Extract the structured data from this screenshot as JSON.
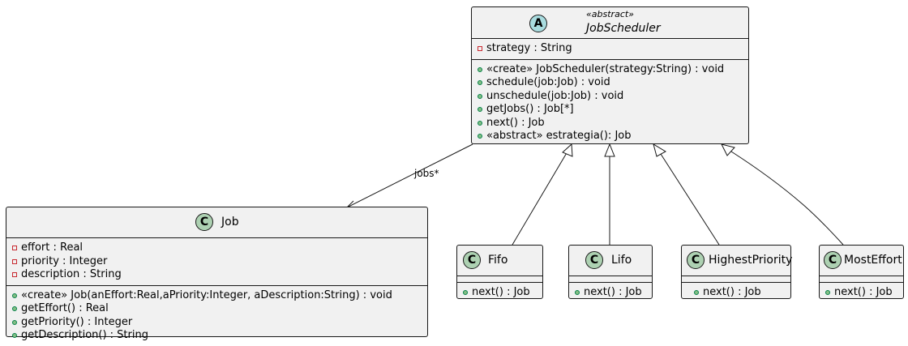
{
  "classes": {
    "jobscheduler": {
      "kind": "abstract",
      "badge": "A",
      "stereotype": "«abstract»",
      "name": "JobScheduler",
      "attributes": [
        {
          "visibility": "private",
          "text": "strategy : String"
        }
      ],
      "methods": [
        {
          "visibility": "public",
          "text": "«create» JobScheduler(strategy:String) : void"
        },
        {
          "visibility": "public",
          "text": "schedule(job:Job) : void"
        },
        {
          "visibility": "public",
          "text": "unschedule(job:Job) : void"
        },
        {
          "visibility": "public",
          "text": "getJobs() : Job[*]"
        },
        {
          "visibility": "public",
          "text": "next() : Job"
        },
        {
          "visibility": "public",
          "text": "«abstract» estrategia(): Job"
        }
      ]
    },
    "job": {
      "kind": "class",
      "badge": "C",
      "name": "Job",
      "attributes": [
        {
          "visibility": "private",
          "text": "effort : Real"
        },
        {
          "visibility": "private",
          "text": "priority : Integer"
        },
        {
          "visibility": "private",
          "text": "description : String"
        }
      ],
      "methods": [
        {
          "visibility": "public",
          "text": "«create» Job(anEffort:Real,aPriority:Integer, aDescription:String) : void"
        },
        {
          "visibility": "public",
          "text": "getEffort() : Real"
        },
        {
          "visibility": "public",
          "text": "getPriority() : Integer"
        },
        {
          "visibility": "public",
          "text": "getDescription() : String"
        }
      ]
    },
    "fifo": {
      "kind": "class",
      "badge": "C",
      "name": "Fifo",
      "methods": [
        {
          "visibility": "public",
          "text": "next() : Job"
        }
      ]
    },
    "lifo": {
      "kind": "class",
      "badge": "C",
      "name": "Lifo",
      "methods": [
        {
          "visibility": "public",
          "text": "next() : Job"
        }
      ]
    },
    "highestpriority": {
      "kind": "class",
      "badge": "C",
      "name": "HighestPriority",
      "methods": [
        {
          "visibility": "public",
          "text": "next() : Job"
        }
      ]
    },
    "mosteffort": {
      "kind": "class",
      "badge": "C",
      "name": "MostEffort",
      "methods": [
        {
          "visibility": "public",
          "text": "next() : Job"
        }
      ]
    }
  },
  "relations": [
    {
      "type": "association",
      "from": "JobScheduler",
      "to": "Job",
      "label": "jobs*"
    },
    {
      "type": "generalization",
      "from": "Fifo",
      "to": "JobScheduler"
    },
    {
      "type": "generalization",
      "from": "Lifo",
      "to": "JobScheduler"
    },
    {
      "type": "generalization",
      "from": "HighestPriority",
      "to": "JobScheduler"
    },
    {
      "type": "generalization",
      "from": "MostEffort",
      "to": "JobScheduler"
    }
  ],
  "colors": {
    "class_fill": "#f1f1f1",
    "border": "#181818",
    "class_badge": "#add1b2",
    "abstract_badge": "#a9dcdf",
    "private_marker": "#c82930",
    "public_marker": "#84be84"
  }
}
